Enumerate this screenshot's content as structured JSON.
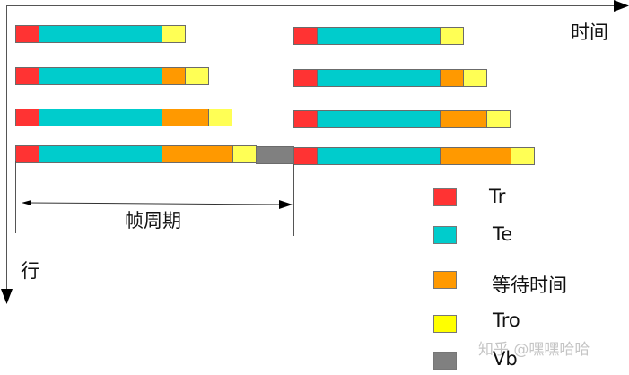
{
  "colors": {
    "Tr": "#ff3333",
    "Te": "#00cccc",
    "wait": "#ff9900",
    "Tro": "#ffff55",
    "Vb": "#808080"
  },
  "axes": {
    "x_label": "时间",
    "y_label": "行"
  },
  "frame_period_label": "帧周期",
  "legend": [
    {
      "key": "Tr",
      "label": "Tr"
    },
    {
      "key": "Te",
      "label": "Te"
    },
    {
      "key": "wait",
      "label": "等待时间"
    },
    {
      "key": "Tro",
      "label": "Tro"
    },
    {
      "key": "Vb",
      "label": "Vb"
    }
  ],
  "watermark": "知乎 @嘿嘿哈哈",
  "rows": [
    {
      "segments": [
        {
          "key": "Tr",
          "units": 1
        },
        {
          "key": "Te",
          "units": 5.2
        },
        {
          "key": "Tro",
          "units": 1
        }
      ]
    },
    {
      "segments": [
        {
          "key": "Tr",
          "units": 1
        },
        {
          "key": "Te",
          "units": 5.2
        },
        {
          "key": "wait",
          "units": 1
        },
        {
          "key": "Tro",
          "units": 1
        }
      ]
    },
    {
      "segments": [
        {
          "key": "Tr",
          "units": 1
        },
        {
          "key": "Te",
          "units": 5.2
        },
        {
          "key": "wait",
          "units": 2
        },
        {
          "key": "Tro",
          "units": 1
        }
      ]
    },
    {
      "segments": [
        {
          "key": "Tr",
          "units": 1
        },
        {
          "key": "Te",
          "units": 5.2
        },
        {
          "key": "wait",
          "units": 3
        },
        {
          "key": "Tro",
          "units": 1
        },
        {
          "key": "Vb",
          "units": 1.6
        }
      ]
    }
  ]
}
